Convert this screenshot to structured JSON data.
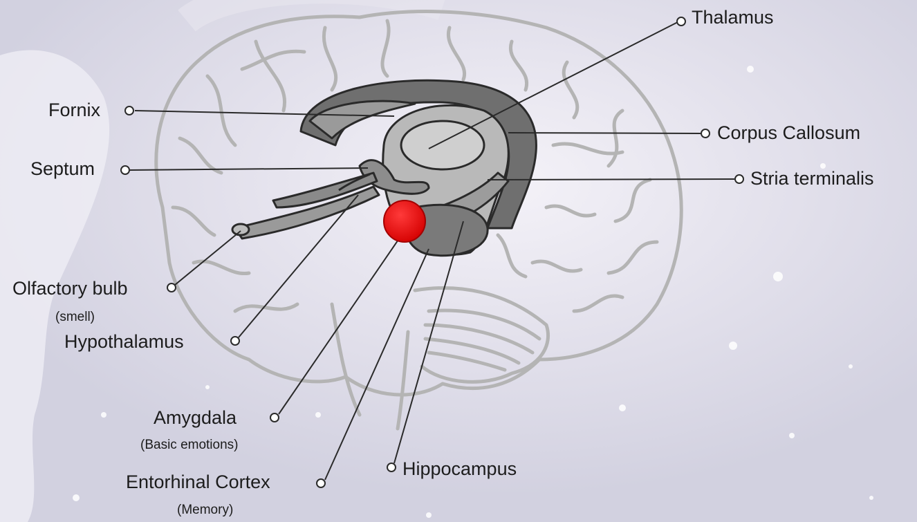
{
  "diagram": {
    "labels": {
      "thalamus": "Thalamus",
      "fornix": "Fornix",
      "corpus_callosum": "Corpus Callosum",
      "septum": "Septum",
      "stria_terminalis": "Stria terminalis",
      "olfactory_bulb": "Olfactory bulb",
      "olfactory_bulb_note": "(smell)",
      "hypothalamus": "Hypothalamus",
      "amygdala": "Amygdala",
      "amygdala_note": "(Basic emotions)",
      "hippocampus": "Hippocampus",
      "entorhinal_cortex": "Entorhinal Cortex",
      "entorhinal_cortex_note": "(Memory)"
    },
    "colors": {
      "background": "#dcdbe8",
      "brain_outline": "#b4b4b4",
      "limbic_dark": "#6f6f6f",
      "limbic_light": "#b9b9b9",
      "marker": "#e8141a"
    }
  }
}
